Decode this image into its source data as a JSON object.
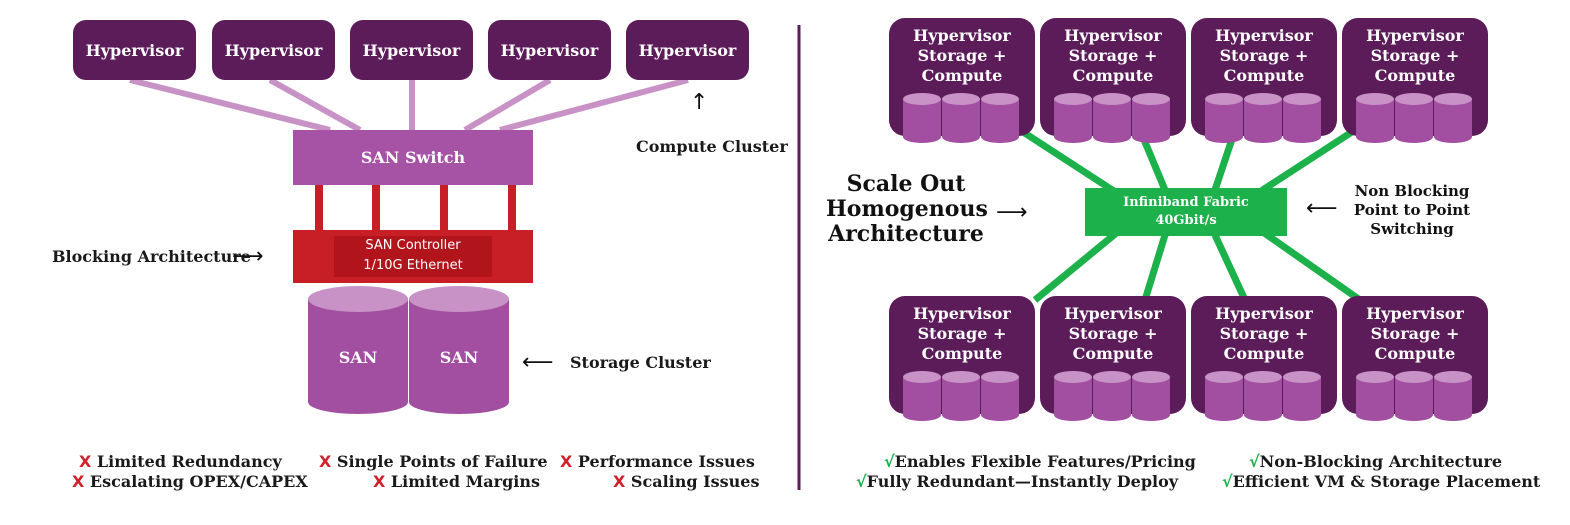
{
  "left": {
    "hypervisors": [
      "Hypervisor",
      "Hypervisor",
      "Hypervisor",
      "Hypervisor",
      "Hypervisor"
    ],
    "compute_cluster_label": "Compute Cluster",
    "san_switch_label": "SAN Switch",
    "san_controller_line1": "SAN Controller",
    "san_controller_line2": "1/10G Ethernet",
    "blocking_label": "Blocking Architecture",
    "san_units": [
      "SAN",
      "SAN"
    ],
    "storage_cluster_label": "Storage Cluster",
    "issues": {
      "limited_redundancy": "Limited Redundancy",
      "single_points": "Single Points of Failure",
      "performance": "Performance Issues",
      "escalating": "Escalating OPEX/CAPEX",
      "margins": "Limited Margins",
      "scaling": "Scaling Issues",
      "mark": "X"
    }
  },
  "right": {
    "node_title": "Hypervisor\nStorage +\nCompute",
    "fabric_line1": "Infiniband Fabric",
    "fabric_line2": "40Gbit/s",
    "scale_out_label": "Scale Out\nHomogenous\nArchitecture",
    "non_blocking_label": "Non Blocking\nPoint to Point\nSwitching",
    "benefits": {
      "flexible": "Enables Flexible Features/Pricing",
      "redundant": "Fully Redundant—Instantly Deploy",
      "non_blocking": "Non-Blocking Architecture",
      "efficient": "Efficient VM & Storage Placement",
      "mark": "√"
    }
  },
  "colors": {
    "dark_purple": "#5c1c5a",
    "light_purple": "#a24ea1",
    "switch_purple": "#a653a5",
    "red": "#c81e25",
    "green": "#1db14b"
  }
}
